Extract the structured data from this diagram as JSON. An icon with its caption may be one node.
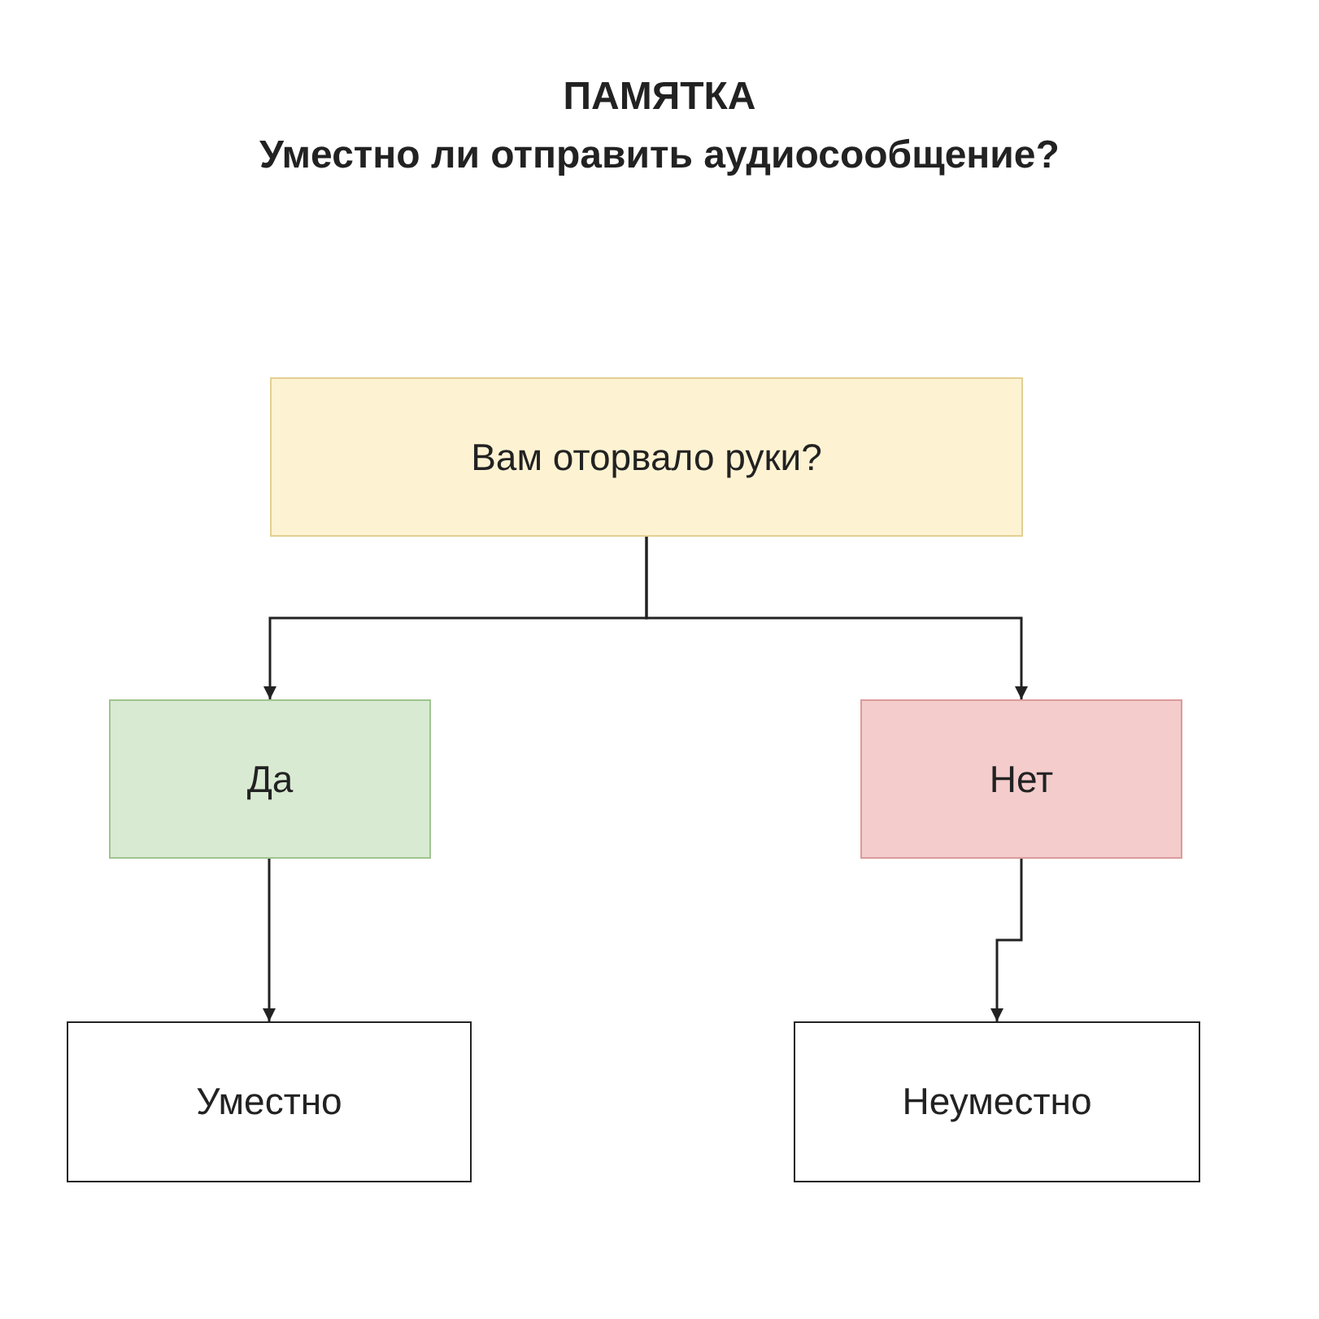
{
  "diagram": {
    "title": "ПАМЯТКА Уместно ли отправить аудиосообщение?",
    "nodes": [
      {
        "text": [
          "Вам оторвало руки?"
        ]
      },
      {
        "text": [
          "Да"
        ]
      },
      {
        "text": [
          "Нет"
        ]
      },
      {
        "text": [
          "Уместно"
        ]
      },
      {
        "text": [
          "Неуместно"
        ]
      }
    ],
    "edges": [
      {
        "from": 0,
        "to": 1,
        "arrow": "to"
      },
      {
        "from": 0,
        "to": 2,
        "arrow": "to"
      },
      {
        "from": 1,
        "to": 3,
        "arrow": "to"
      },
      {
        "from": 2,
        "to": 4,
        "arrow": "to"
      }
    ]
  }
}
